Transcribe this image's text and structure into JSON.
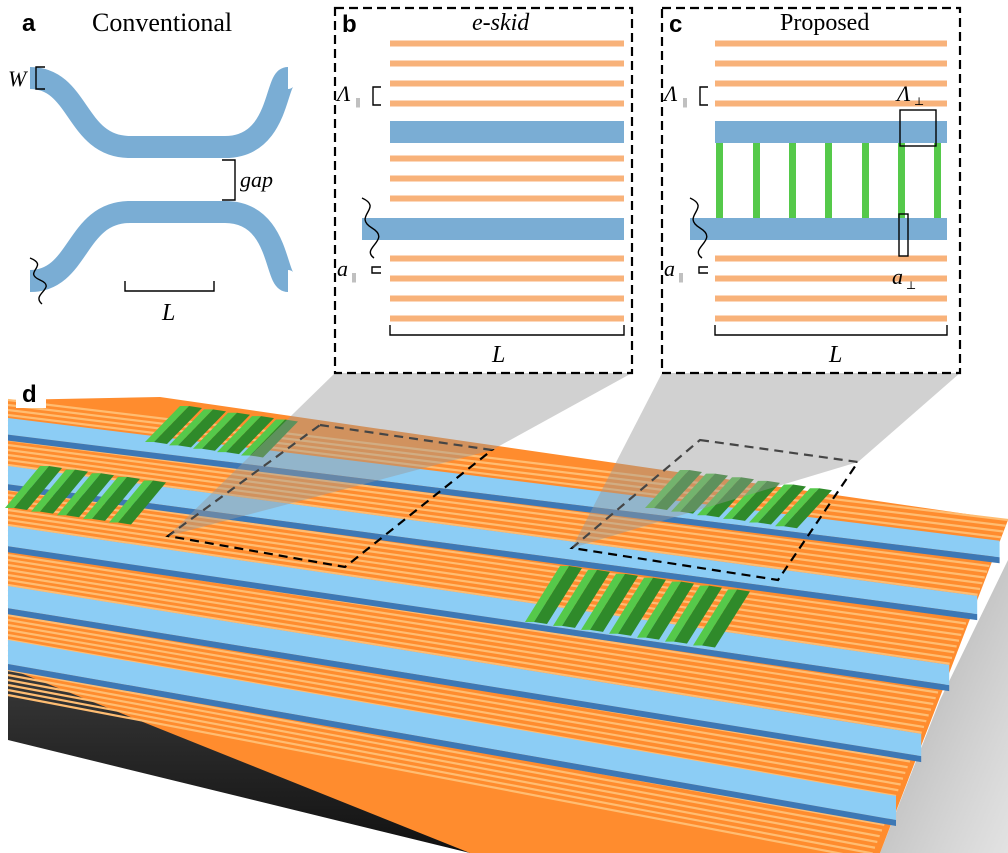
{
  "panel_a": {
    "letter": "a",
    "title": "Conventional",
    "w_label": "W",
    "gap_label": "gap",
    "l_label": "L"
  },
  "panel_b": {
    "letter": "b",
    "title": "e-skid",
    "lambda_label": "Λ",
    "lambda_sub": "||",
    "a_label": "a",
    "a_sub": "||",
    "l_label": "L"
  },
  "panel_c": {
    "letter": "c",
    "title": "Proposed",
    "lambda_label": "Λ",
    "lambda_sub": "||",
    "lambda_perp_label": "Λ",
    "lambda_perp_sub": "⊥",
    "a_label": "a",
    "a_sub": "||",
    "a_perp_label": "a",
    "a_perp_sub": "⊥",
    "l_label": "L"
  },
  "panel_d": {
    "letter": "d"
  },
  "colors": {
    "waveguide": "#7aadd4",
    "waveguide_3d": "#8ccdf5",
    "waveguide_side": "#3d78b5",
    "stripe": "#f8b27a",
    "stripe_3d": "#ff8c2e",
    "stripe_hi": "#ffbd72",
    "bridge": "#55c94a",
    "bridge_dark": "#2f8a2a",
    "substrate": "#222222"
  }
}
